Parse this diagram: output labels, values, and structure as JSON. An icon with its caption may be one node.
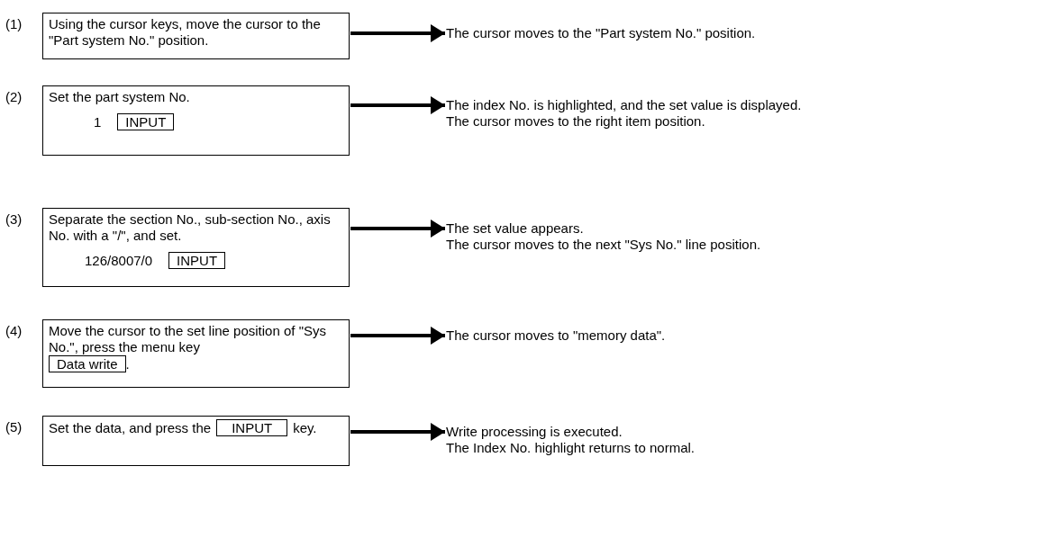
{
  "diagram": {
    "nodes": [
      {
        "text": [
          "Using the cursor keys, move the cursor to the \"Part system No.\" position."
        ],
        "beside": [
          "(1)"
        ]
      },
      {
        "text": [
          "The cursor moves to the \"Part system No.\" position."
        ]
      },
      {
        "text": [
          "Set the part system No.",
          "1"
        ],
        "beside": [
          "(2)"
        ]
      },
      {
        "text": [
          "INPUT"
        ],
        "in": 2
      },
      {
        "text": [
          "The index No. is highlighted, and the set value is displayed.",
          "The cursor moves to the right item position."
        ]
      },
      {
        "text": [
          "Separate the section No., sub-section No., axis No. with a \"/\", and set.",
          "126/8007/0"
        ],
        "beside": [
          "(3)"
        ]
      },
      {
        "text": [
          "INPUT"
        ],
        "in": 5
      },
      {
        "text": [
          "The set value appears.",
          "The cursor moves to the next \"Sys No.\" line position."
        ]
      },
      {
        "text": [
          "Move the cursor to the set line position of \"Sys No.\", press the menu key",
          "."
        ],
        "beside": [
          "(4)"
        ]
      },
      {
        "text": [
          "Data write"
        ],
        "in": 8
      },
      {
        "text": [
          "The cursor moves to \"memory data\"."
        ]
      },
      {
        "text": [
          "Set the data, and press the",
          "key."
        ],
        "beside": [
          "(5)"
        ]
      },
      {
        "text": [
          "INPUT"
        ],
        "in": 11
      },
      {
        "text": [
          "Write processing is executed.",
          "The Index No. highlight returns to normal."
        ]
      }
    ],
    "edges": [
      {
        "from": 0,
        "to": 1,
        "arrow": "to"
      },
      {
        "from": 2,
        "to": 4,
        "arrow": "to"
      },
      {
        "from": 5,
        "to": 7,
        "arrow": "to"
      },
      {
        "from": 8,
        "to": 10,
        "arrow": "to"
      },
      {
        "from": 11,
        "to": 13,
        "arrow": "to"
      }
    ]
  }
}
